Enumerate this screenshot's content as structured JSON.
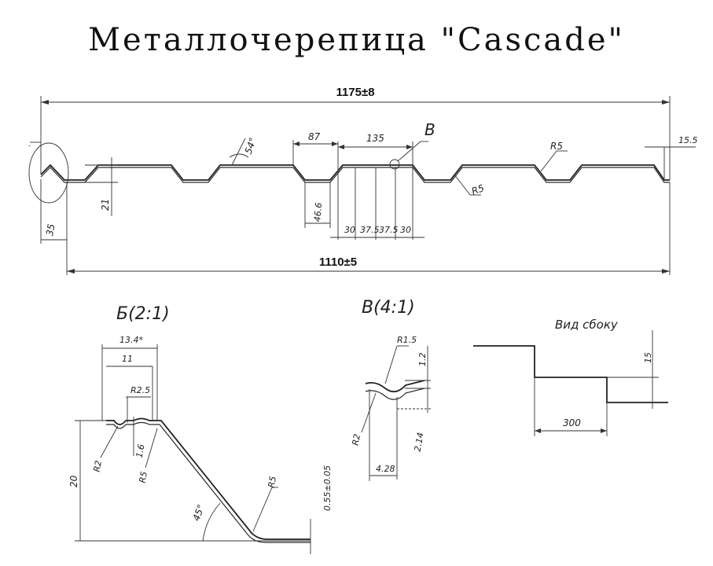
{
  "title": "Металлочерепица \"Cascade\"",
  "main_view": {
    "overall_width": "1175±8",
    "useful_width": "1110±5",
    "height": "21",
    "edge_offset": "35",
    "angle": "54°",
    "trough_top": "87",
    "pitch": "135",
    "trough_bottom": "46.6",
    "segments": [
      "30",
      "37.5",
      "37.5",
      "30"
    ],
    "radius_top": "R5",
    "radius_bottom": "R5",
    "end_height": "15.5",
    "detail_mark": "В"
  },
  "detail_b": {
    "label": "Б(2:1)",
    "top_width": "13.4*",
    "inner_width": "11",
    "radius_small": "R2.5",
    "radius_left": "R2",
    "groove_depth": "1.6",
    "radius_side": "R5",
    "angle": "45°",
    "height": "20",
    "radius_bottom": "R5",
    "thickness": "0.55±0.05"
  },
  "detail_v": {
    "label": "В(4:1)",
    "radius_top": "R1.5",
    "height": "1.2",
    "radius_bottom": "R2",
    "depth": "2.14",
    "width": "4.28"
  },
  "side_view": {
    "label": "Вид сбоку",
    "step_height": "15",
    "step_length": "300"
  }
}
